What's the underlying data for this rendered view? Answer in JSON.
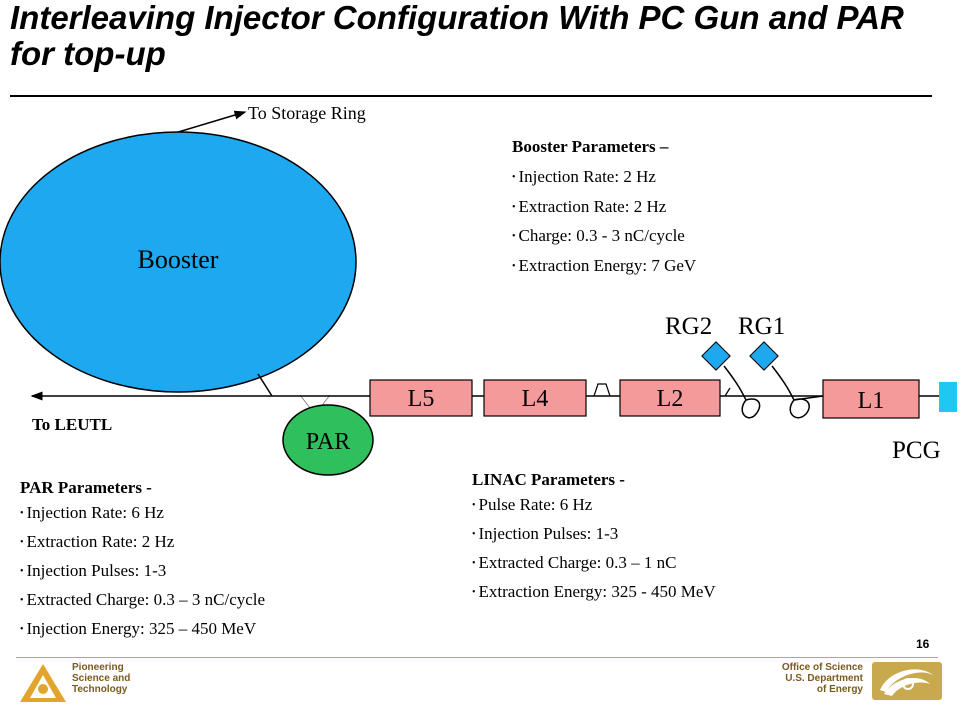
{
  "title": "Interleaving Injector Configuration With PC Gun and PAR for top-up",
  "labels": {
    "storage_ring": "To Storage Ring",
    "booster": "Booster",
    "leutl": "To LEUTL",
    "par": "PAR",
    "pcg": "PCG",
    "rg2": "RG2",
    "rg1": "RG1"
  },
  "linac_sections": [
    "L5",
    "L4",
    "L2",
    "L1"
  ],
  "booster_params": {
    "header": "Booster Parameters –",
    "items": [
      "Injection Rate: 2 Hz",
      "Extraction Rate: 2 Hz",
      "Charge: 0.3 - 3 nC/cycle",
      "Extraction Energy:  7 GeV"
    ]
  },
  "par_params": {
    "header": "PAR Parameters -",
    "items": [
      "Injection Rate: 6 Hz",
      "Extraction Rate: 2 Hz",
      "Injection Pulses: 1-3",
      "Extracted Charge: 0.3 – 3 nC/cycle",
      "Injection Energy:  325 – 450 MeV"
    ]
  },
  "linac_params": {
    "header": "LINAC Parameters -",
    "items": [
      "Pulse Rate: 6 Hz",
      "Injection Pulses: 1-3",
      "Extracted Charge: 0.3 – 1 nC",
      "Extraction Energy:  325 - 450 MeV"
    ]
  },
  "footer": {
    "page_number": "16",
    "left_lines": [
      "Pioneering",
      "Science and",
      "Technology"
    ],
    "right_lines": [
      "Office of Science",
      "U.S. Department",
      "of Energy"
    ]
  },
  "colors": {
    "booster_fill": "#1ea8f0",
    "par_fill": "#2fbf5c",
    "linac_fill": "#f49a9a",
    "rf_gun_fill": "#1ea8f0",
    "pcg_fill": "#1ec8f0",
    "footer_accent": "#c9a94e"
  }
}
